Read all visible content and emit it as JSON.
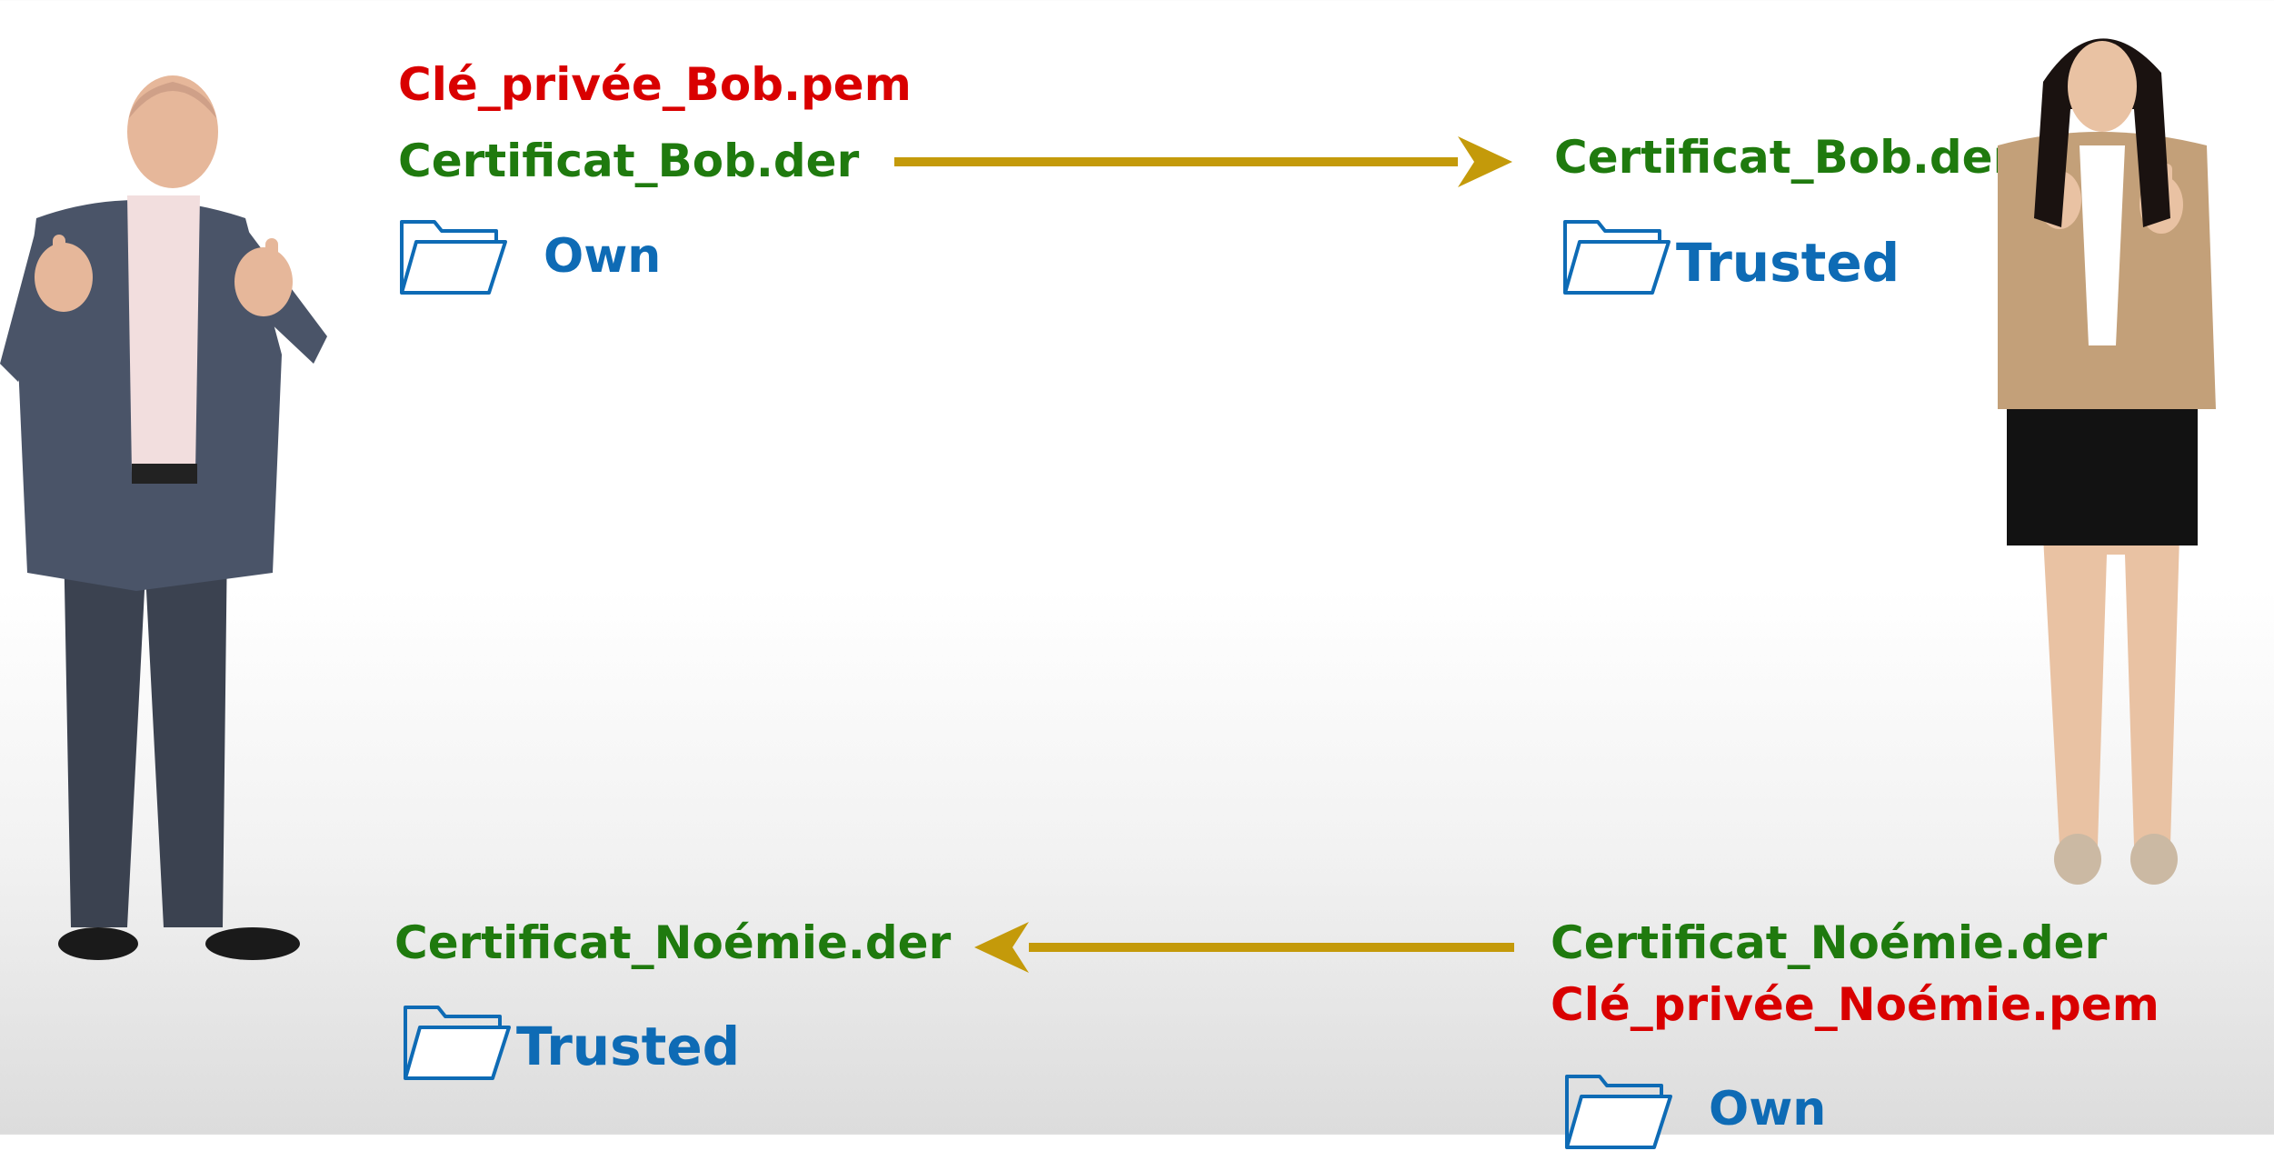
{
  "bob": {
    "private_key": "Clé_privée_Bob.pem",
    "certificate": "Certificat_Bob.der",
    "own_folder_label": "Own",
    "trusted_folder_label": "Trusted",
    "received_certificate": "Certificat_Noémie.der"
  },
  "noemie": {
    "received_certificate": "Certificat_Bob.der",
    "trusted_folder_label": "Trusted",
    "certificate": "Certificat_Noémie.der",
    "private_key": "Clé_privée_Noémie.pem",
    "own_folder_label": "Own"
  },
  "colors": {
    "private_key": "#d90000",
    "certificate": "#1f7a0e",
    "folder": "#0e6bb5",
    "arrow": "#c49a0a"
  },
  "icons": [
    "folder-icon",
    "arrow-right-icon",
    "arrow-left-icon",
    "man-figure",
    "woman-figure"
  ]
}
